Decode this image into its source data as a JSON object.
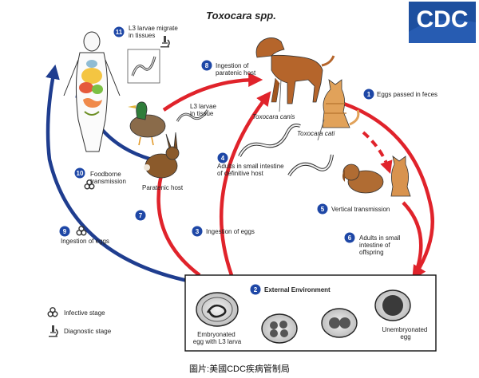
{
  "title": "Toxocara spp.",
  "logo": {
    "text": "CDC",
    "color": "#1d4f9f"
  },
  "colors": {
    "red_arrow": "#e0232b",
    "blue_arrow": "#1f3d8f",
    "step_badge": "#1e47a6",
    "outline": "#222222"
  },
  "steps": [
    {
      "num": "1",
      "text": [
        "Eggs passed in feces"
      ]
    },
    {
      "num": "2",
      "text": [
        "External Environment"
      ]
    },
    {
      "num": "3",
      "text": [
        "Ingestion of eggs"
      ]
    },
    {
      "num": "4",
      "text": [
        "Adults in small intestine",
        "of definitive host"
      ]
    },
    {
      "num": "5",
      "text": [
        "Vertical transmission"
      ]
    },
    {
      "num": "6",
      "text": [
        "Adults in small",
        "intestine of",
        "offspring"
      ]
    },
    {
      "num": "7",
      "text": []
    },
    {
      "num": "8",
      "text": [
        "Ingestion of",
        "paratenic host"
      ]
    },
    {
      "num": "9",
      "text": [
        "Ingestion of eggs"
      ]
    },
    {
      "num": "10",
      "text": [
        "Foodborne",
        "transmission"
      ]
    },
    {
      "num": "11",
      "text": [
        "L3 larvae migrate",
        "in tissues"
      ]
    }
  ],
  "labels": {
    "l3_larvae_tissue": [
      "L3 larvae",
      "in tissue"
    ],
    "toxocara_canis": "Toxocara canis",
    "toxocara_cati": "Toxocara cati",
    "paratenic_host": "Paratenic host",
    "embryonated_egg": [
      "Embryonated",
      "egg with L3 larva"
    ],
    "unembryonated_egg": [
      "Unembryonated",
      "egg"
    ]
  },
  "legend": {
    "infective": "Infective stage",
    "diagnostic": "Diagnostic stage"
  },
  "caption": "圖片:美國CDC疾病管制局"
}
